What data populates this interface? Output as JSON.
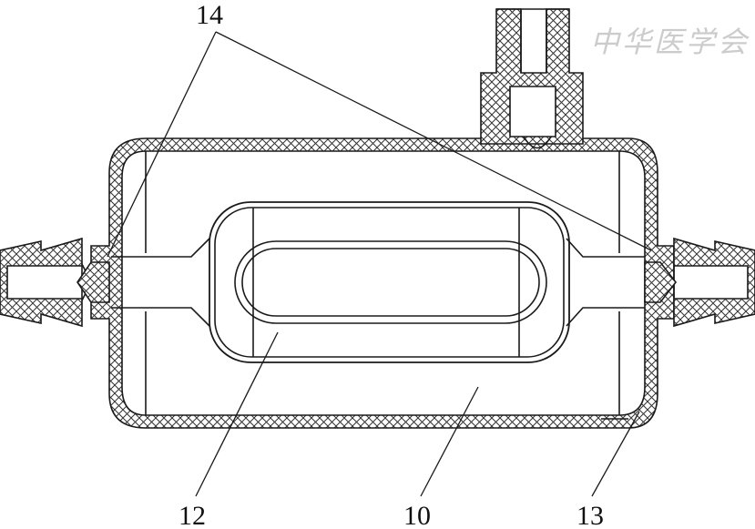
{
  "labels": {
    "l14": "14",
    "l12": "12",
    "l10": "10",
    "l13": "13"
  },
  "watermark": "中华医学会",
  "colors": {
    "line": "#1a1a1a",
    "hatch": "#333333"
  }
}
